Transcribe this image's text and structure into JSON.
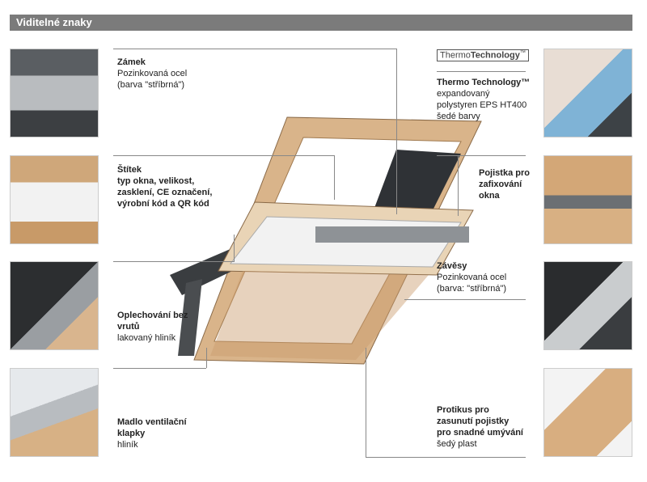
{
  "header": {
    "title": "Viditelné znaky"
  },
  "logo": {
    "thermo": "Thermo",
    "technology": "Technology",
    "tm": "™"
  },
  "labels": {
    "zamek": {
      "title": "Zámek",
      "lines": [
        "Pozinkovaná ocel",
        "(barva \"stříbrná\")"
      ]
    },
    "stitek": {
      "title": "Štítek",
      "lines": [
        "typ okna, velikost,",
        "zasklení, CE označení,",
        "výrobní kód a QR kód"
      ]
    },
    "oplechovani": {
      "title": "Oplechování bez",
      "title2": "vrutů",
      "lines": [
        "lakovaný hliník"
      ]
    },
    "madlo": {
      "title": "Madlo ventilační",
      "title2": "klapky",
      "lines": [
        "hliník"
      ]
    },
    "thermo": {
      "title": "Thermo Technology™",
      "lines": [
        "expandovaný",
        "polystyren  EPS HT400",
        "šedé barvy"
      ]
    },
    "pojistka": {
      "title": "Pojistka pro",
      "title2": "zafixování",
      "title3": "okna"
    },
    "zavesy": {
      "title": "Závěsy",
      "lines": [
        "Pozinkovaná ocel",
        "(barva: \"stříbrná\")"
      ]
    },
    "protikus": {
      "title": "Protikus pro",
      "title2": "zasunutí pojistky",
      "title3": "pro snadné umývání",
      "lines": [
        "šedý plast"
      ]
    }
  }
}
